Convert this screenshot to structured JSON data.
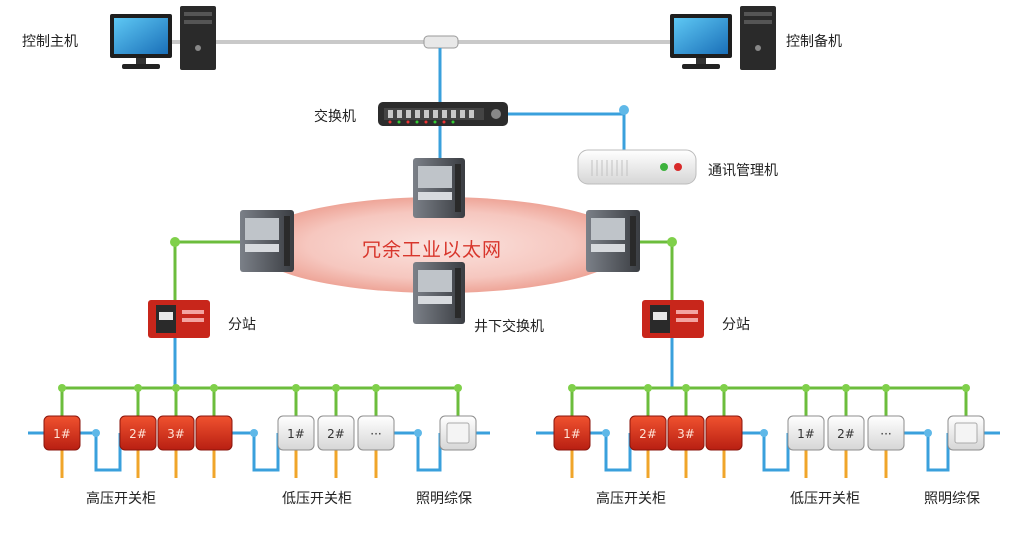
{
  "labels": {
    "control_main": "控制主机",
    "control_backup": "控制备机",
    "switch": "交换机",
    "comm_manager": "通讯管理机",
    "ring": "冗余工业以太网",
    "underground_switch": "井下交换机",
    "substation_left": "分站",
    "substation_right": "分站"
  },
  "groups": {
    "left": {
      "high_voltage": "高压开关柜",
      "low_voltage": "低压开关柜",
      "lighting": "照明综保",
      "hv_units": [
        "1#",
        "2#",
        "3#",
        ""
      ],
      "lv_units": [
        "1#",
        "2#",
        "···"
      ]
    },
    "right": {
      "high_voltage": "高压开关柜",
      "low_voltage": "低压开关柜",
      "lighting": "照明综保",
      "hv_units": [
        "1#",
        "2#",
        "3#",
        ""
      ],
      "lv_units": [
        "1#",
        "2#",
        "···"
      ]
    }
  },
  "colors": {
    "network_blue": "#3aa0dc",
    "field_green": "#6cbd3c",
    "hv_red": "#c8261b",
    "signal_orange": "#f0a52a",
    "ring_text": "#d8362c"
  }
}
